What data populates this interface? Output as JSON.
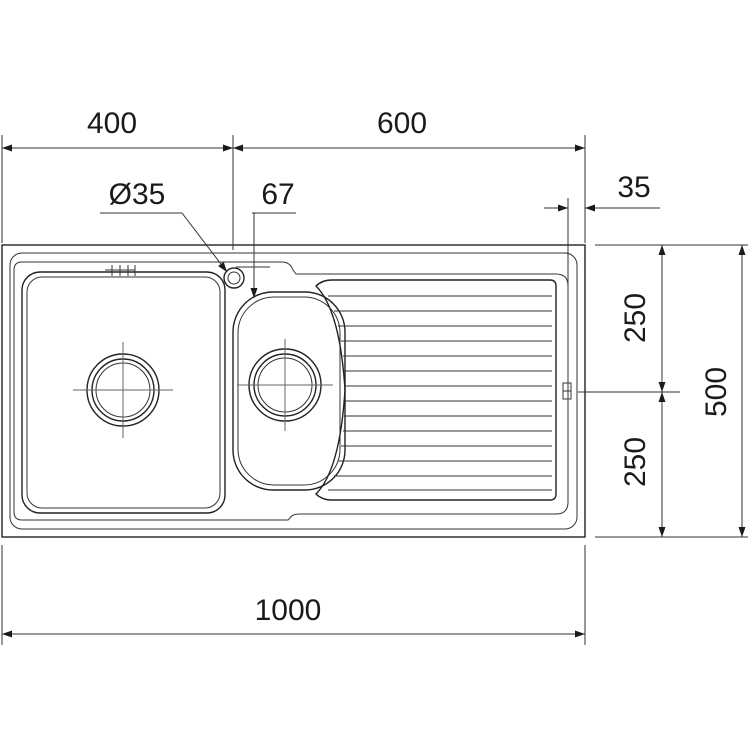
{
  "dimensions": {
    "bowl_width": "400",
    "drainer_width": "600",
    "tap_hole_diameter": "Ø35",
    "tap_hole_offset": "67",
    "edge_offset": "35",
    "upper_half_depth": "250",
    "lower_half_depth": "250",
    "total_depth": "500",
    "total_width": "1000"
  },
  "colors": {
    "line": "#222222",
    "background": "#ffffff"
  }
}
